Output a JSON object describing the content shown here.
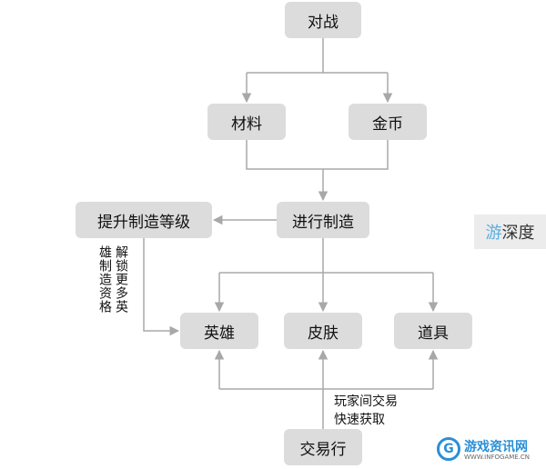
{
  "nodes": {
    "battle": "对战",
    "materials": "材料",
    "gold": "金币",
    "upgrade": "提升制造等级",
    "craft": "进行制造",
    "heroes": "英雄",
    "skins": "皮肤",
    "items": "道具",
    "market": "交易行"
  },
  "annotations": {
    "upgrade_note_col1": "解锁更多英",
    "upgrade_note_col2": "雄制造资格",
    "trade_note_line1": "玩家间交易",
    "trade_note_line2": "快速获取"
  },
  "badge": {
    "accent": "游",
    "rest": "深度"
  },
  "watermark": {
    "icon": "G",
    "name": "游戏资讯网",
    "url": "WWW.INFOGAME.CN"
  },
  "colors": {
    "node_fill": "#dcdcdc",
    "edge": "#a8a8a8",
    "accent": "#2a8fd6"
  }
}
